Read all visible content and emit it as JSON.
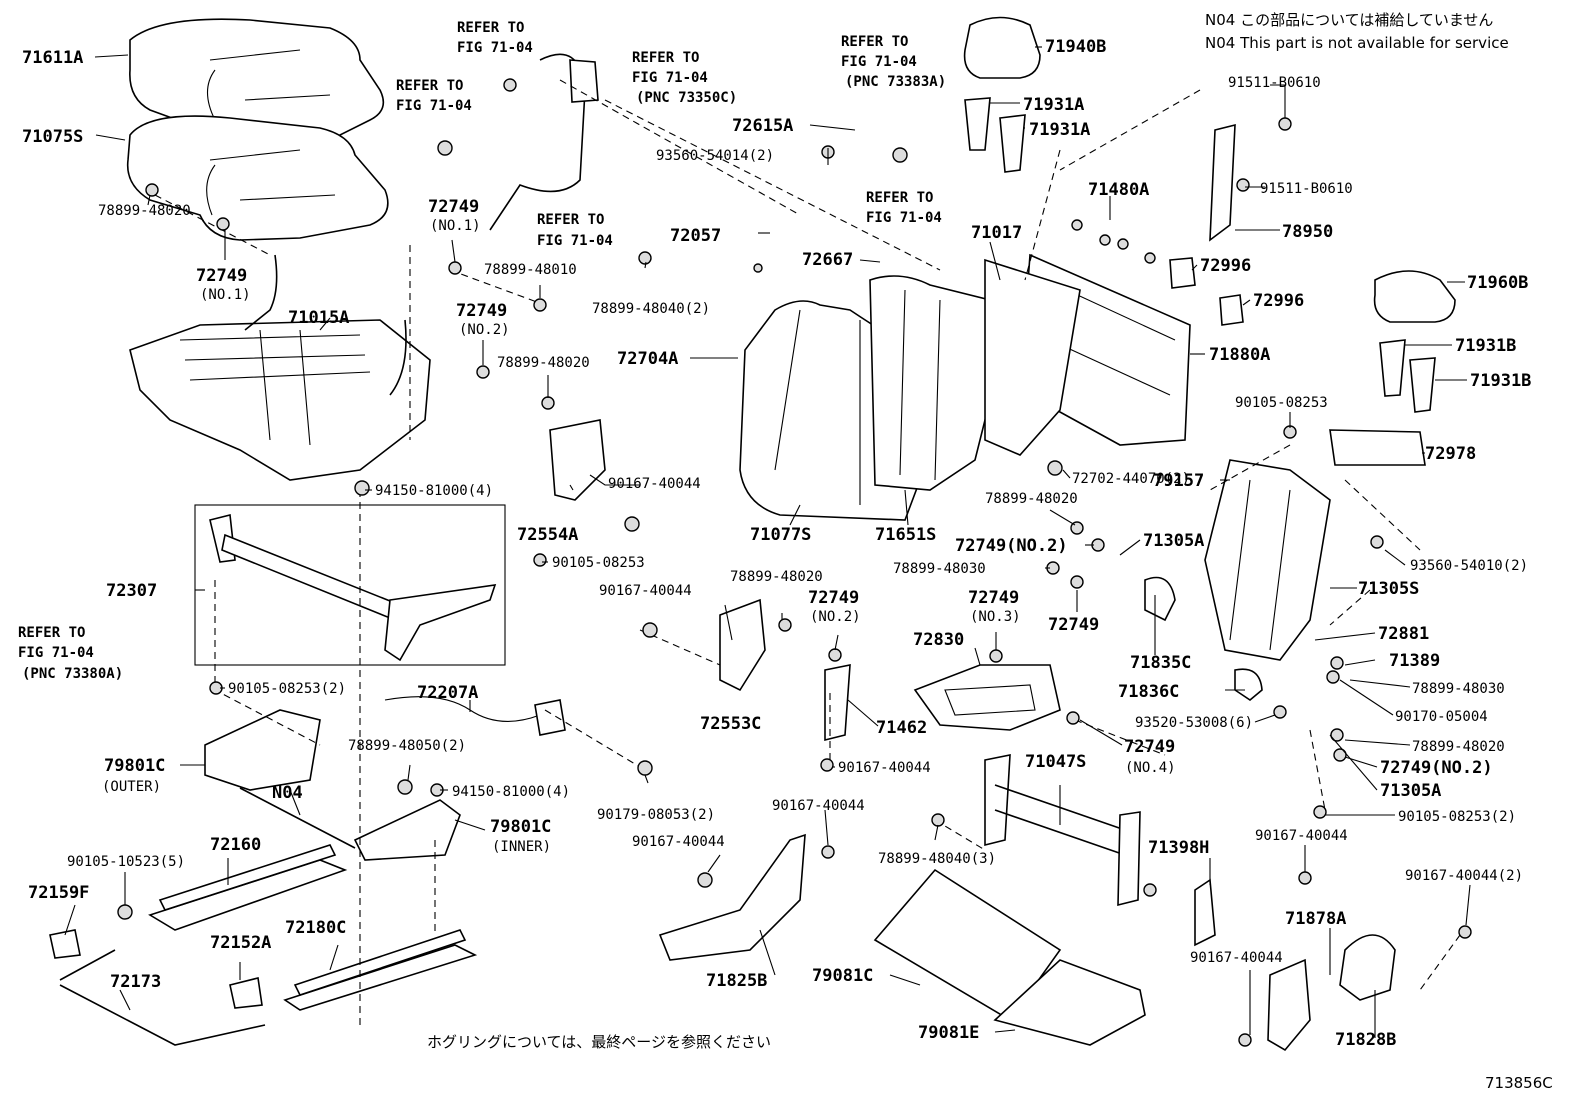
{
  "notes": {
    "n04_jp": "N04 この部品については補給していません",
    "n04_en": "N04 This part is not available for service",
    "bottom_jp": "ホグリングについては、最終ページを参照ください",
    "figure_code": "713856C"
  },
  "refer": {
    "line1": "REFER TO",
    "fig": "FIG 71-04",
    "pnc_73350c": "(PNC 73350C)",
    "pnc_73383a": "(PNC 73383A)",
    "pnc_73380a": "(PNC 73380A)"
  },
  "labels": {
    "p71611A": "71611A",
    "p71075S": "71075S",
    "p78899_48020_a": "78899-48020",
    "p72749_a": "72749",
    "no1_a": "(NO.1)",
    "p71015A": "71015A",
    "p72749_b": "72749",
    "no1_b": "(NO.1)",
    "p78899_48010": "78899-48010",
    "p72749_c": "72749",
    "no2_c": "(NO.2)",
    "p78899_48020_b": "78899-48020",
    "p94150_81000_a": "94150-81000(4)",
    "p72307": "72307",
    "p90105_08253_a": "90105-08253",
    "p90105_08253_b": "90105-08253(2)",
    "p79801C_o": "79801C",
    "outer": "(OUTER)",
    "n04": "N04",
    "p72160": "72160",
    "p90105_10523": "90105-10523(5)",
    "p72159F": "72159F",
    "p72152A": "72152A",
    "p72180C": "72180C",
    "p72173": "72173",
    "p72207A": "72207A",
    "p78899_48050": "78899-48050(2)",
    "p94150_81000_b": "94150-81000(4)",
    "p79801C_i": "79801C",
    "inner": "(INNER)",
    "p90179_08053": "90179-08053(2)",
    "p72554A": "72554A",
    "p90167_40044_a": "90167-40044",
    "p90167_40044_b": "90167-40044",
    "p78899_48020_c": "78899-48020",
    "p72749_d": "72749",
    "no2_d": "(NO.2)",
    "p72553C": "72553C",
    "p71462": "71462",
    "p90167_40044_c": "90167-40044",
    "p90167_40044_d": "90167-40044",
    "p90167_40044_e": "90167-40044",
    "p71825B": "71825B",
    "p72615A": "72615A",
    "p93560_54014": "93560-54014(2)",
    "p72057": "72057",
    "p78899_48040_a": "78899-48040(2)",
    "p72704A": "72704A",
    "p71077S": "71077S",
    "p71940B": "71940B",
    "p71931A_a": "71931A",
    "p71931A_b": "71931A",
    "p72667": "72667",
    "p71017": "71017",
    "p71480A": "71480A",
    "p71651S": "71651S",
    "p71880A": "71880A",
    "p72996_a": "72996",
    "p72996_b": "72996",
    "p78950": "78950",
    "p91511_a": "91511-B0610",
    "p91511_b": "91511-B0610",
    "p71960B": "71960B",
    "p71931B_a": "71931B",
    "p71931B_b": "71931B",
    "p90105_08253_c": "90105-08253",
    "p72978": "72978",
    "p79157": "79157",
    "p72702": "72702-44070(2)",
    "p78899_48020_d": "78899-48020",
    "p72749_e": "72749(NO.2)",
    "p71305A_a": "71305A",
    "p78899_48030_a": "78899-48030",
    "p72749_f": "72749",
    "p72749_g": "72749",
    "no3": "(NO.3)",
    "p93560_54010": "93560-54010(2)",
    "p71305S": "71305S",
    "p72830": "72830",
    "p71835C": "71835C",
    "p72881": "72881",
    "p71389": "71389",
    "p78899_48030_b": "78899-48030",
    "p71836C": "71836C",
    "p93520_53008": "93520-53008(6)",
    "p90170_05004": "90170-05004",
    "p72749_h": "72749",
    "no4": "(NO.4)",
    "p78899_48020_e": "78899-48020",
    "p72749_i": "72749(NO.2)",
    "p71305A_b": "71305A",
    "p90105_08253_d": "90105-08253(2)",
    "p71047S": "71047S",
    "p78899_48040_b": "78899-48040(3)",
    "p79081C": "79081C",
    "p79081E": "79081E",
    "p71398H": "71398H",
    "p90167_40044_f": "90167-40044",
    "p90167_40044_g": "90167-40044(2)",
    "p90167_40044_h": "90167-40044",
    "p71878A": "71878A",
    "p71828B": "71828B"
  }
}
